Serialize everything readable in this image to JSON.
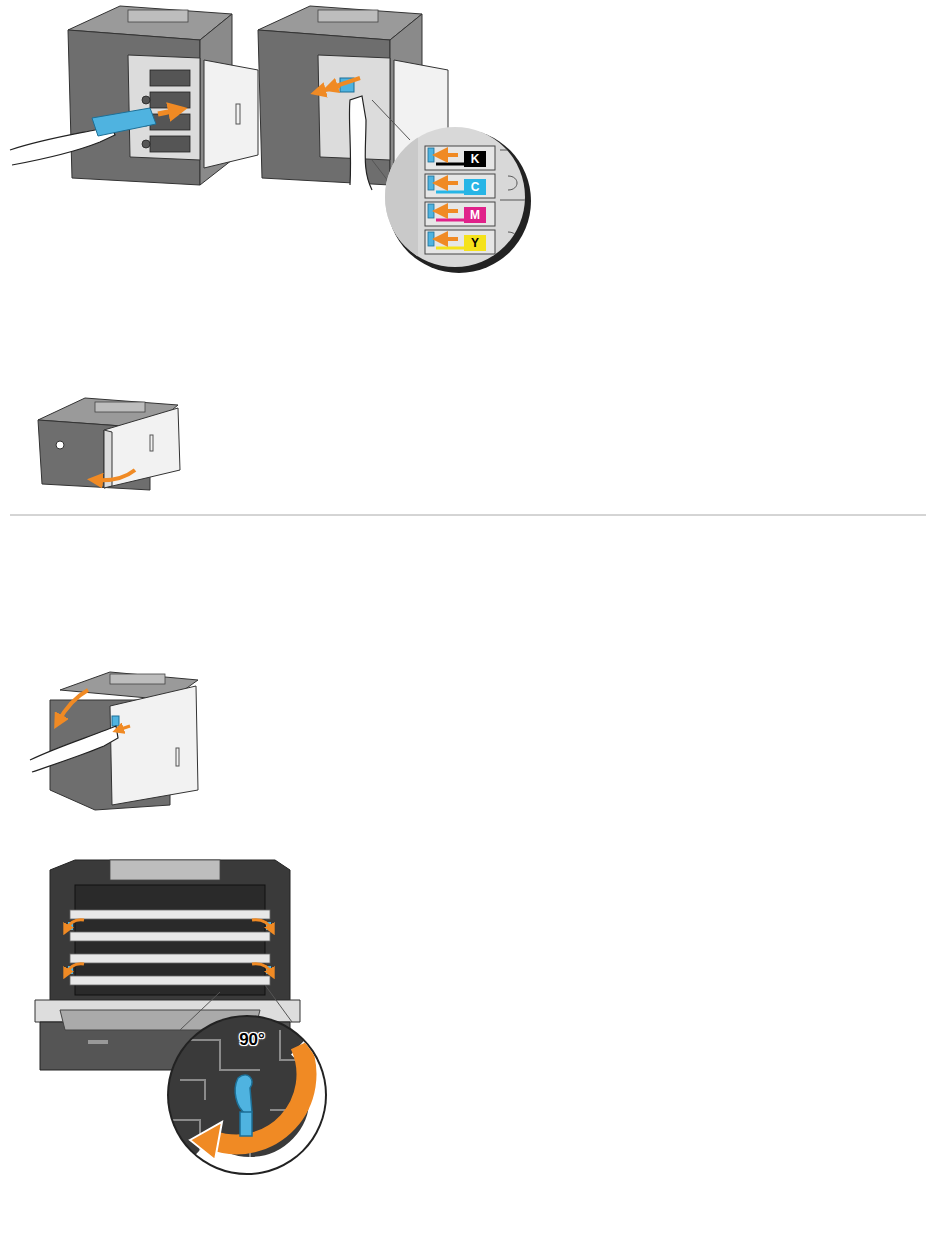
{
  "diagram": {
    "labels": [
      "K",
      "C",
      "M",
      "Y",
      "90°"
    ]
  }
}
